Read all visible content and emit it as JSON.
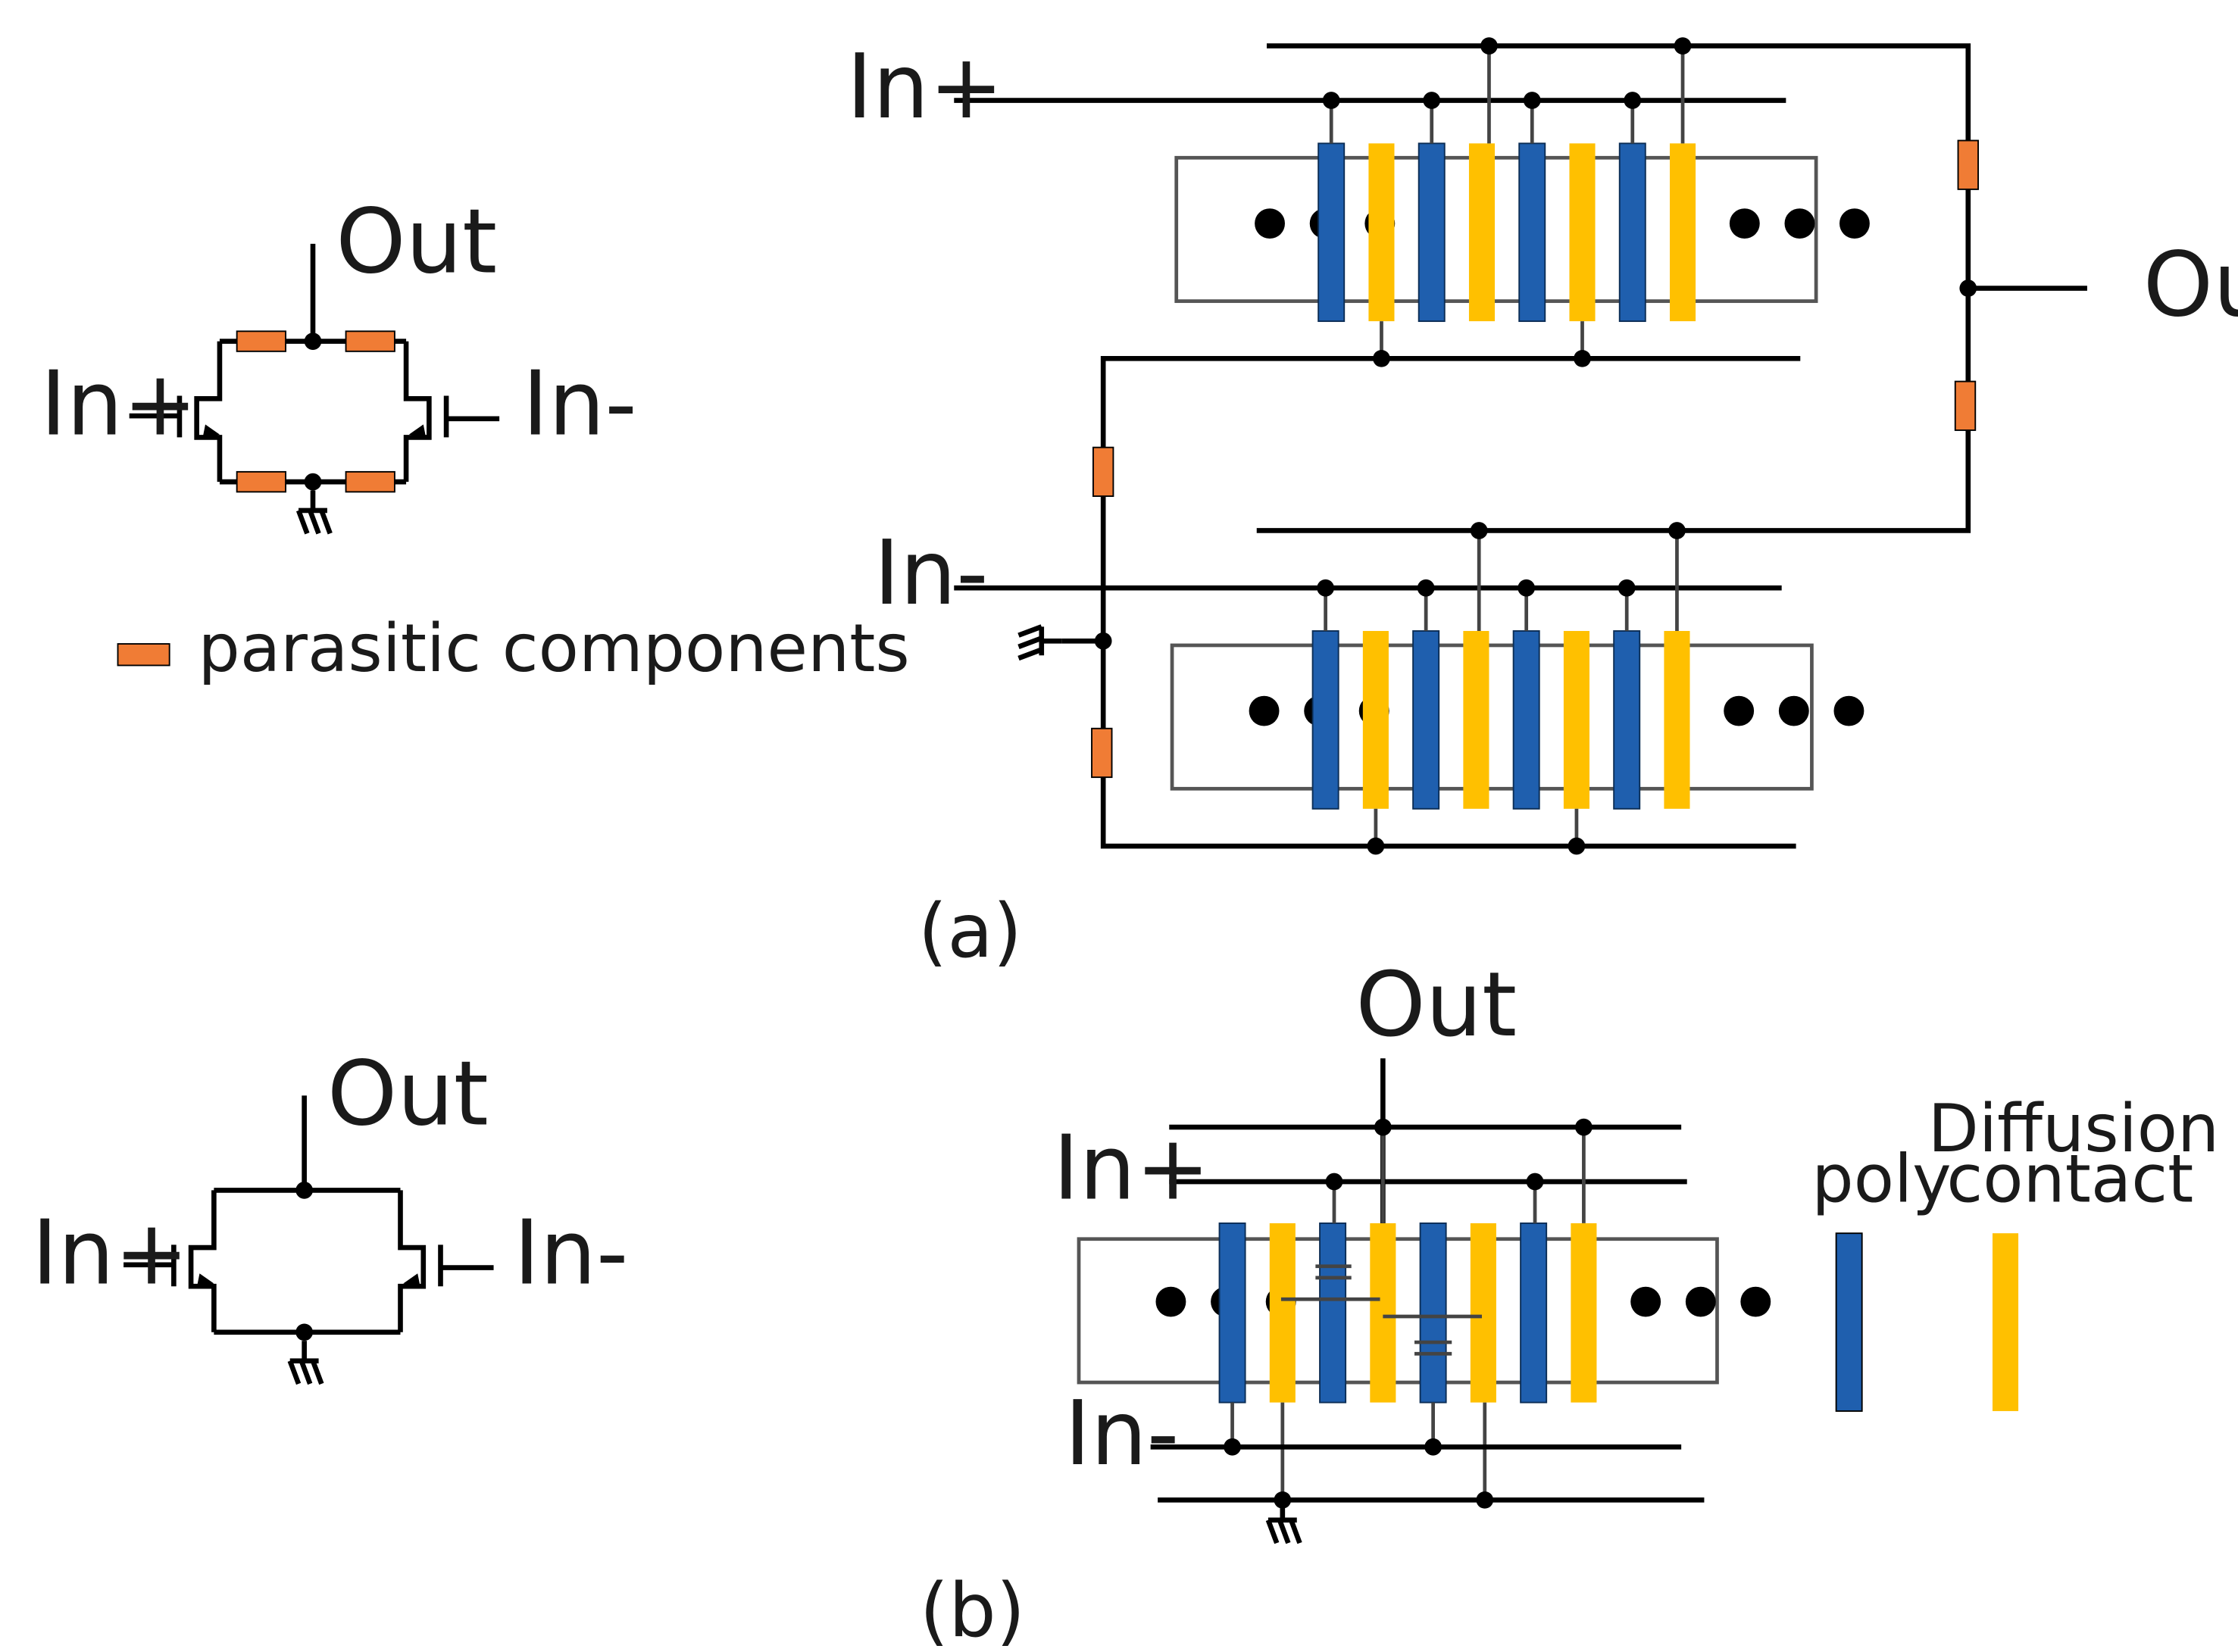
{
  "colors": {
    "poly": "#1F5FAE",
    "diffusion_contact": "#FFC000",
    "parasitic": "#F07C35"
  },
  "labels": {
    "out": "Out",
    "in_plus": "In+",
    "in_minus": "In-",
    "ellipsis": "•••",
    "parasitic_components": "parasitic components",
    "poly": "poly",
    "diffusion_line1": "Diffusion",
    "diffusion_line2": "contact",
    "panel_a": "(a)",
    "panel_b": "(b)"
  },
  "icons": [
    "ground-symbol",
    "nmos-transistor-symbol",
    "resistor-symbol"
  ]
}
